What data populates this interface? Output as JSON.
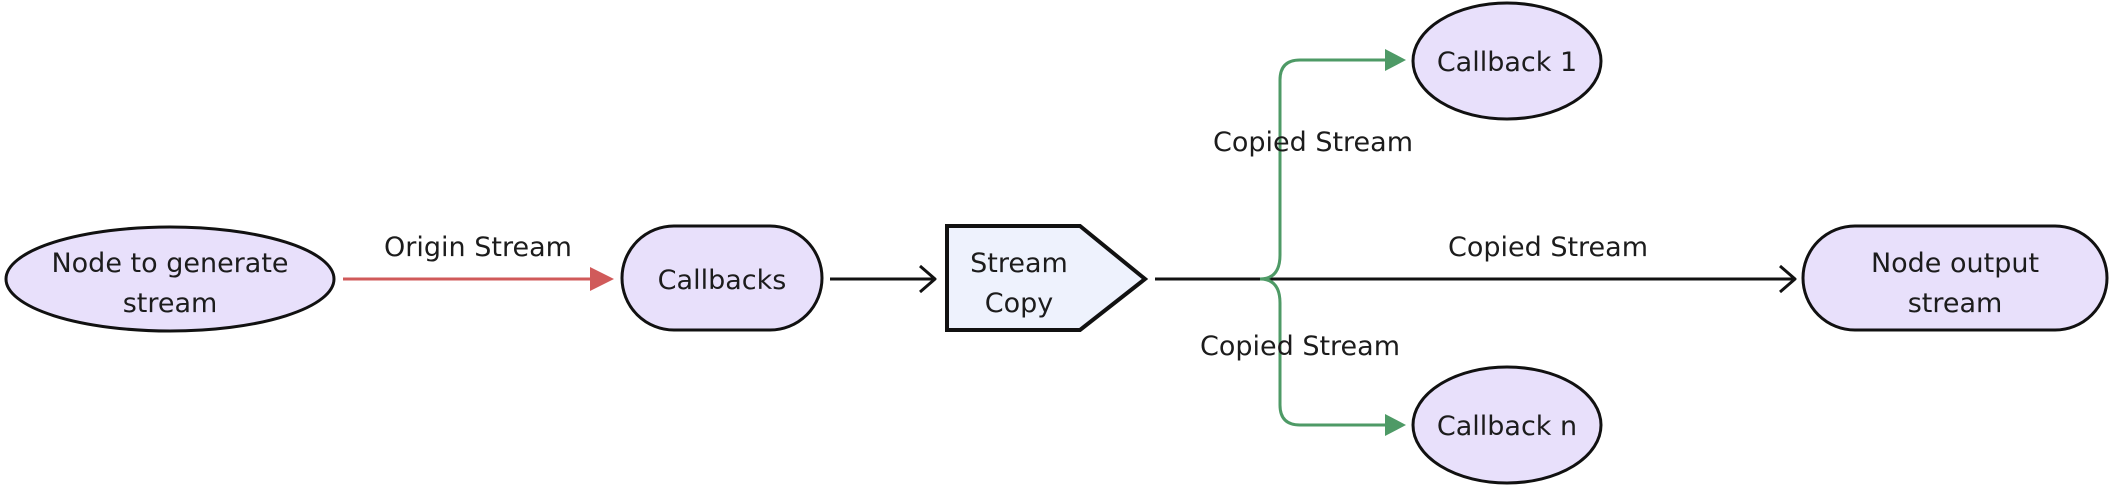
{
  "colors": {
    "node_fill": "#e8e0fb",
    "node_stroke": "#111111",
    "copy_fill": "#eef2fd",
    "origin_edge": "#d05a5a",
    "branch_edge": "#4e9a66",
    "main_edge": "#111111"
  },
  "nodes": {
    "generate": {
      "line1": "Node to generate",
      "line2": "stream"
    },
    "callbacks": {
      "label": "Callbacks"
    },
    "stream_copy": {
      "line1": "Stream",
      "line2": "Copy"
    },
    "callback_1": {
      "label": "Callback 1"
    },
    "callback_n": {
      "label": "Callback n"
    },
    "output": {
      "line1": "Node output",
      "line2": "stream"
    }
  },
  "edges": {
    "origin": "Origin Stream",
    "copied_top": "Copied Stream",
    "copied_main": "Copied Stream",
    "copied_bottom": "Copied Stream"
  }
}
